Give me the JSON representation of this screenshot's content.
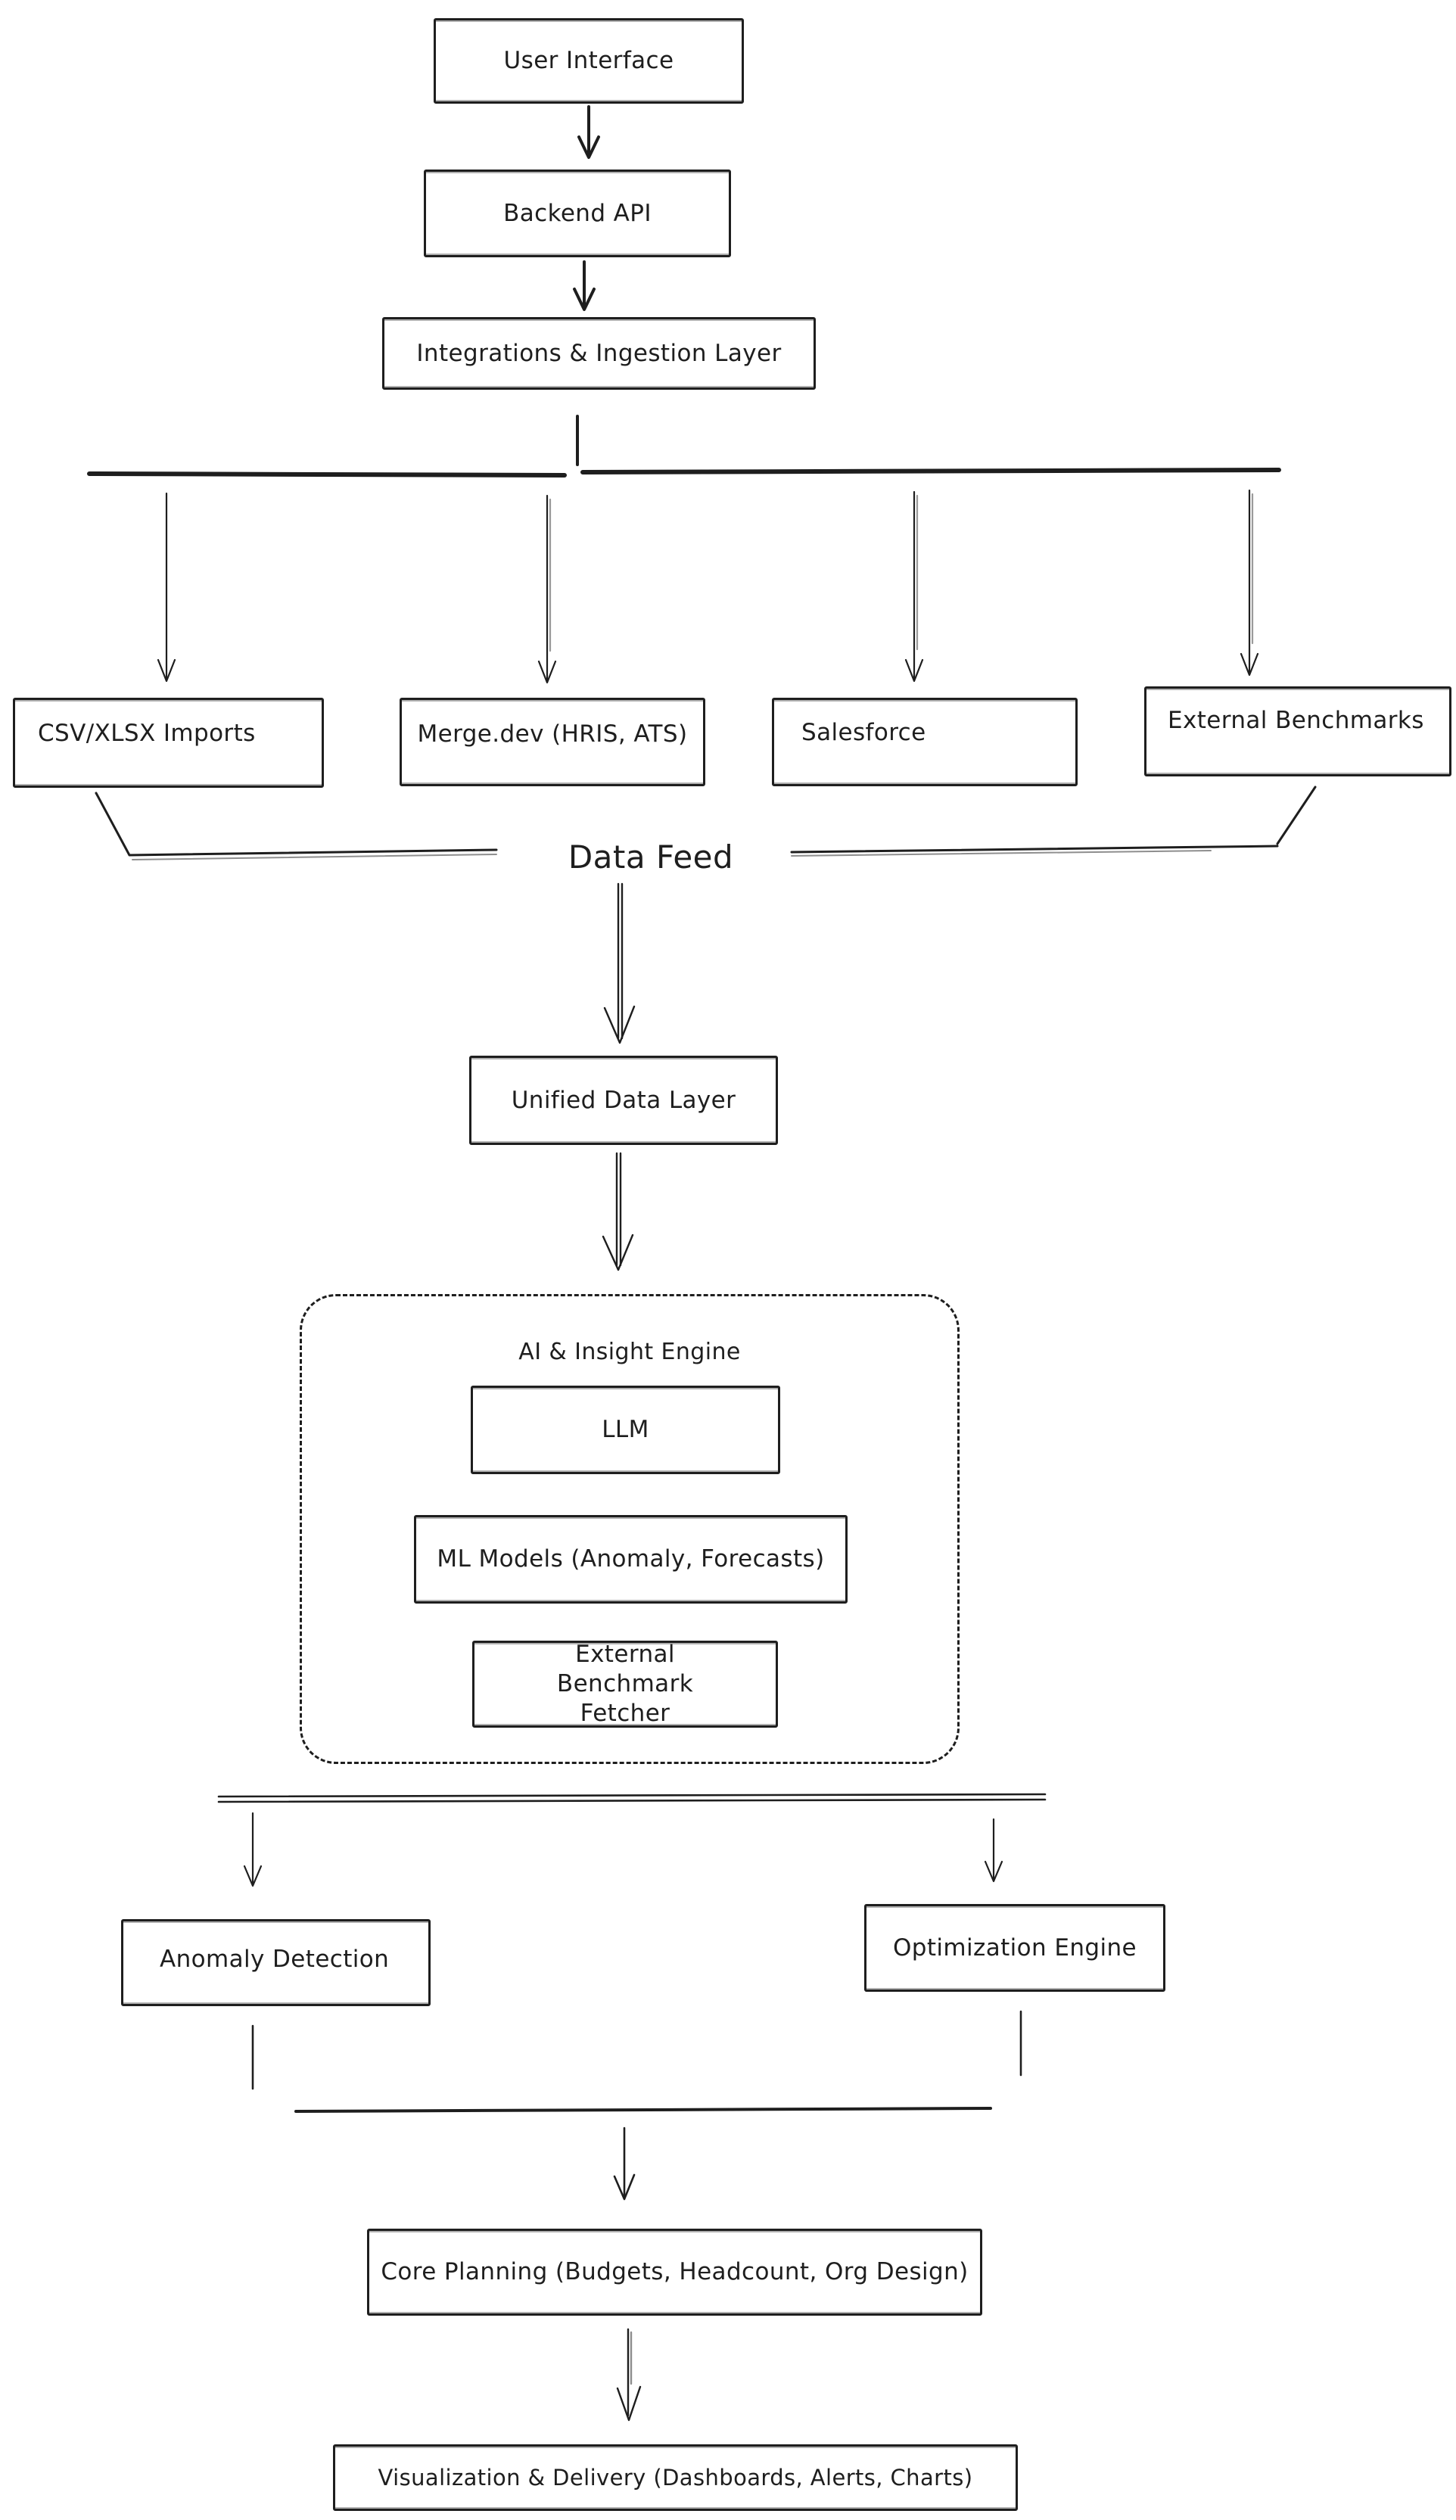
{
  "canvas": {
    "background": "#ffffff",
    "stroke_color": "#1e1e1e"
  },
  "nodes": {
    "user_interface": {
      "label": "User Interface"
    },
    "backend_api": {
      "label": "Backend API"
    },
    "integrations": {
      "label": "Integrations & Ingestion Layer"
    },
    "csv_imports": {
      "label": "CSV/XLSX Imports"
    },
    "merge_dev": {
      "label": "Merge.dev (HRIS, ATS)"
    },
    "salesforce": {
      "label": "Salesforce"
    },
    "external_benchmarks": {
      "label": "External Benchmarks"
    },
    "data_feed": {
      "label": "Data Feed"
    },
    "unified_data_layer": {
      "label": "Unified Data Layer"
    },
    "ai_engine": {
      "label": "AI & Insight Engine"
    },
    "llm": {
      "label": "LLM"
    },
    "ml_models": {
      "label": "ML Models (Anomaly, Forecasts)"
    },
    "benchmark_fetcher": {
      "label": "External Benchmark Fetcher"
    },
    "anomaly_detection": {
      "label": "Anomaly Detection"
    },
    "optimization_engine": {
      "label": "Optimization Engine"
    },
    "core_planning": {
      "label": "Core Planning (Budgets, Headcount, Org Design)"
    },
    "visualization": {
      "label": "Visualization & Delivery (Dashboards, Alerts, Charts)"
    }
  }
}
